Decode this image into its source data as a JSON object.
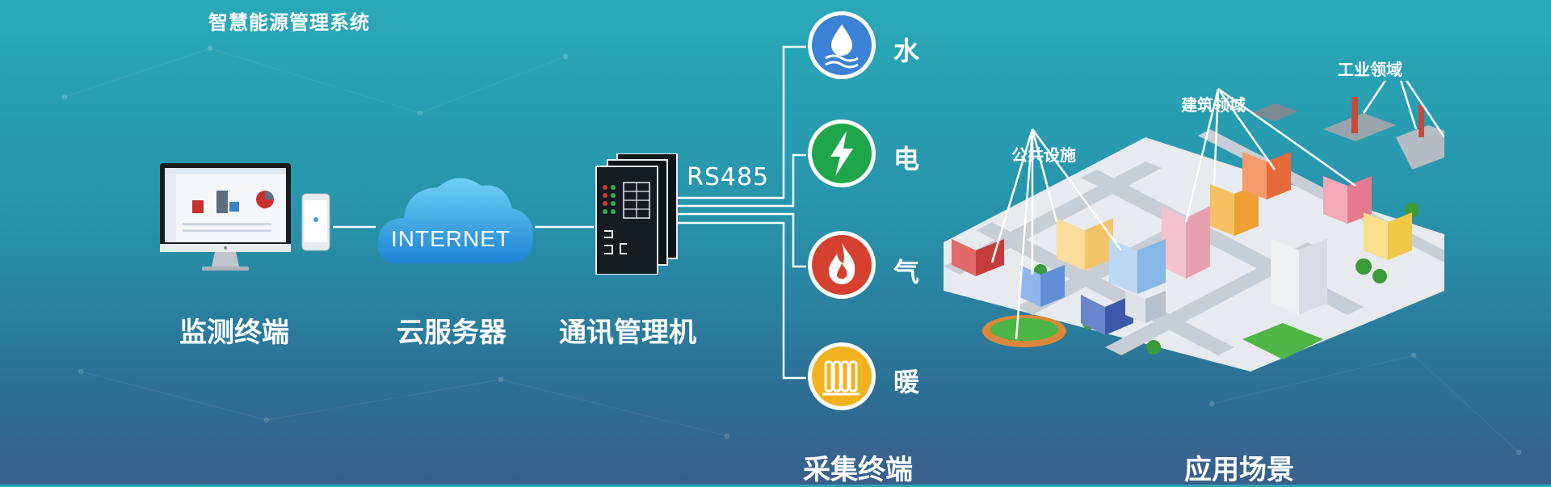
{
  "title": "智慧能源管理系统",
  "nodes": {
    "monitor": "监测终端",
    "cloud_server": "云服务器",
    "gateway": "通讯管理机",
    "collector": "采集终端",
    "scenarios": "应用场景"
  },
  "cloud_text": "INTERNET",
  "bus_label": "RS485",
  "resources": [
    {
      "name": "水",
      "icon": "water-icon",
      "color": "#3b82d6"
    },
    {
      "name": "电",
      "icon": "electricity-icon",
      "color": "#1fa64a"
    },
    {
      "name": "气",
      "icon": "gas-flame-icon",
      "color": "#d6402f"
    },
    {
      "name": "暖",
      "icon": "heating-radiator-icon",
      "color": "#f2b21c"
    }
  ],
  "city_labels": {
    "public": "公共设施",
    "building": "建筑领域",
    "industry": "工业领域"
  }
}
